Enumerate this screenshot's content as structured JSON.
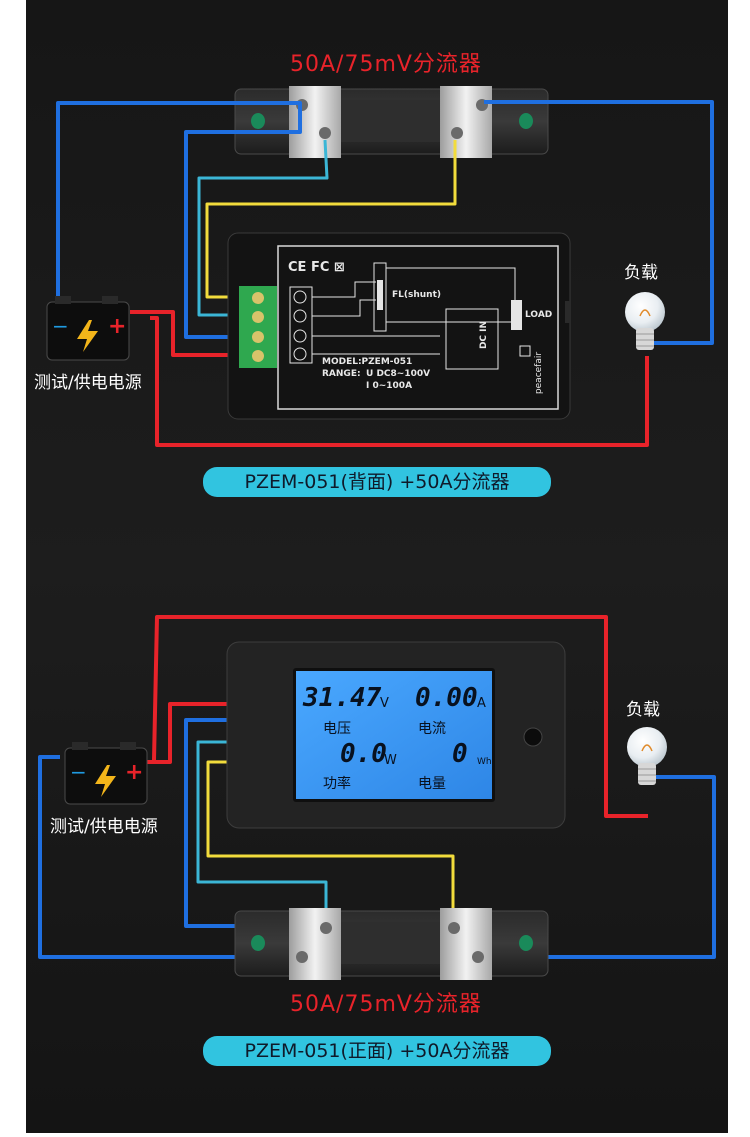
{
  "top": {
    "shunt_label": "50A/75mV分流器",
    "load_label": "负载",
    "supply_label": "测试/供电电源",
    "caption": "PZEM-051(背面) +50A分流器",
    "back_panel": {
      "certs": "CE FC ⊠",
      "fl_label": "FL(shunt)",
      "load": "LOAD",
      "dcin": "DC IN",
      "model": "MODEL:PZEM-051",
      "range_label": "RANGE:",
      "range_u": "U DC8~100V",
      "range_i": "I 0~100A",
      "brand": "peacefair"
    }
  },
  "bottom": {
    "load_label": "负载",
    "supply_label": "测试/供电电源",
    "shunt_label": "50A/75mV分流器",
    "caption": "PZEM-051(正面) +50A分流器",
    "lcd": {
      "voltage_value": "31.47",
      "voltage_unit": "V",
      "voltage_caption": "电压",
      "current_value": "0.00",
      "current_unit": "A",
      "current_caption": "电流",
      "power_value": "0.0",
      "power_unit": "W",
      "power_caption": "功率",
      "energy_value": "0",
      "energy_unit": "Wh",
      "energy_caption": "电量"
    }
  },
  "colors": {
    "wire_red": "#e8232a",
    "wire_blue": "#1f6fe0",
    "wire_cyan": "#3bb6d6",
    "wire_yellow": "#f2dc3c",
    "lcd_bg": "#3f9bf0",
    "caption_pill": "#31c4e0"
  }
}
